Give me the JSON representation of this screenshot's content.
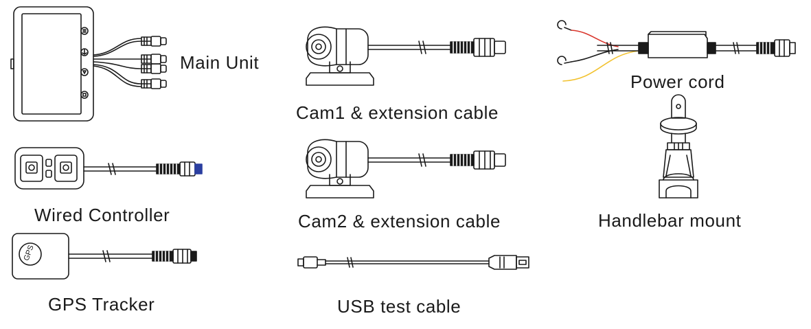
{
  "labels": {
    "main_unit": "Main Unit",
    "cam1": "Cam1 & extension cable",
    "power_cord": "Power cord",
    "wired_controller": "Wired Controller",
    "cam2": "Cam2 & extension cable",
    "handlebar_mount": "Handlebar mount",
    "gps_tracker": "GPS Tracker",
    "usb_test_cable": "USB test cable",
    "gps_badge": "GPS"
  },
  "colors": {
    "stroke": "#1a1a1a",
    "wire_red": "#d9342b",
    "wire_yellow": "#f2c230",
    "connector_blue": "#2b3fa0"
  }
}
